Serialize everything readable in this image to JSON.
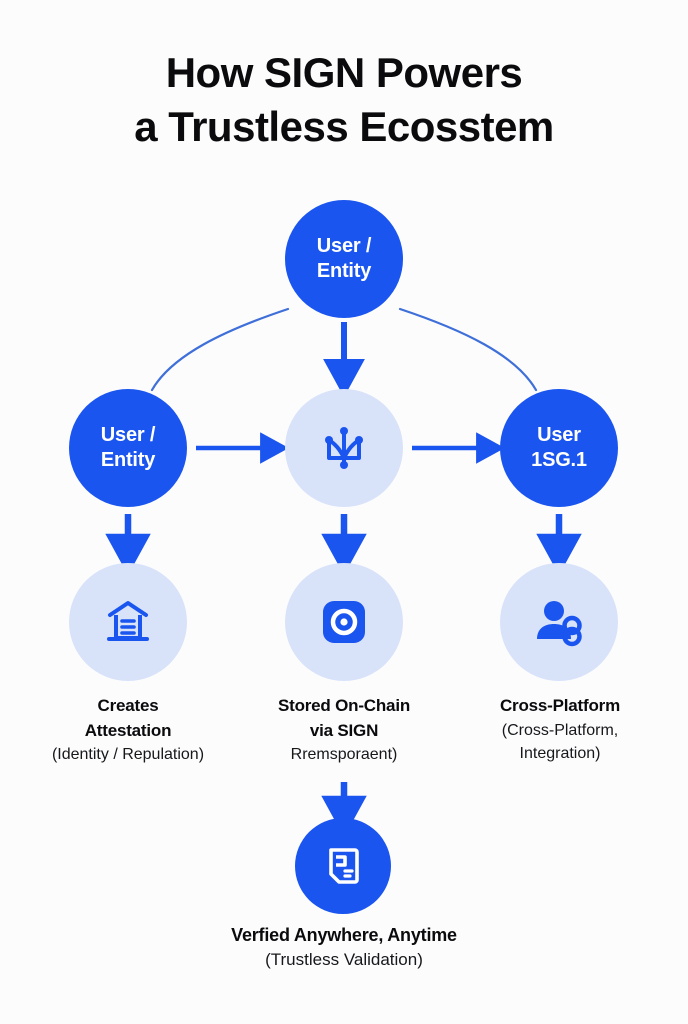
{
  "page": {
    "background_color": "#fcfcfd",
    "accent_color": "#1b55ef",
    "light_accent_color": "#d8e3fa",
    "text_color": "#0b0b0d"
  },
  "title": {
    "line1": "How SIGN Powers",
    "line2": "a Trustless Ecosstem"
  },
  "nodes": {
    "top": {
      "label": "User /\nEntity",
      "style": "solid",
      "icon": ""
    },
    "left": {
      "label": "User /\nEntity",
      "style": "solid",
      "icon": ""
    },
    "center": {
      "label": "",
      "style": "light",
      "icon": "network-canopy-icon"
    },
    "right": {
      "label": "User\n1SG.1",
      "style": "solid",
      "icon": ""
    },
    "bottom_left": {
      "label": "",
      "style": "light",
      "icon": "institution-document-icon"
    },
    "bottom_center": {
      "label": "",
      "style": "light",
      "icon": "onchain-target-icon"
    },
    "bottom_right": {
      "label": "",
      "style": "light",
      "icon": "user-badge-icon"
    },
    "bottom": {
      "label": "",
      "style": "solid",
      "icon": "verified-document-icon"
    }
  },
  "captions": {
    "left": {
      "title": "Creates\nAttestation",
      "subtitle": "(Identity / Repulation)"
    },
    "center": {
      "title": "Stored On-Chain\nvia SIGN",
      "subtitle": "Rremsporaent)"
    },
    "right": {
      "title": "Cross-Platform",
      "subtitle": "(Cross-Platform,\nIntegration)"
    },
    "bottom": {
      "title": "Verfied Anywhere, Anytime",
      "subtitle": "(Trustless Validation)"
    }
  },
  "connectors": [
    {
      "name": "top-to-left-curve",
      "type": "curve"
    },
    {
      "name": "top-to-right-curve",
      "type": "curve"
    },
    {
      "name": "top-to-center-arrow",
      "type": "arrow-down"
    },
    {
      "name": "left-to-center-arrow",
      "type": "arrow-right"
    },
    {
      "name": "center-to-right-arrow",
      "type": "arrow-right"
    },
    {
      "name": "left-to-bottomleft-arrow",
      "type": "arrow-down"
    },
    {
      "name": "center-to-bottomcenter-arrow",
      "type": "arrow-down"
    },
    {
      "name": "right-to-bottomright-arrow",
      "type": "arrow-down"
    },
    {
      "name": "bottomcenter-to-bottom-arrow",
      "type": "arrow-down"
    }
  ]
}
